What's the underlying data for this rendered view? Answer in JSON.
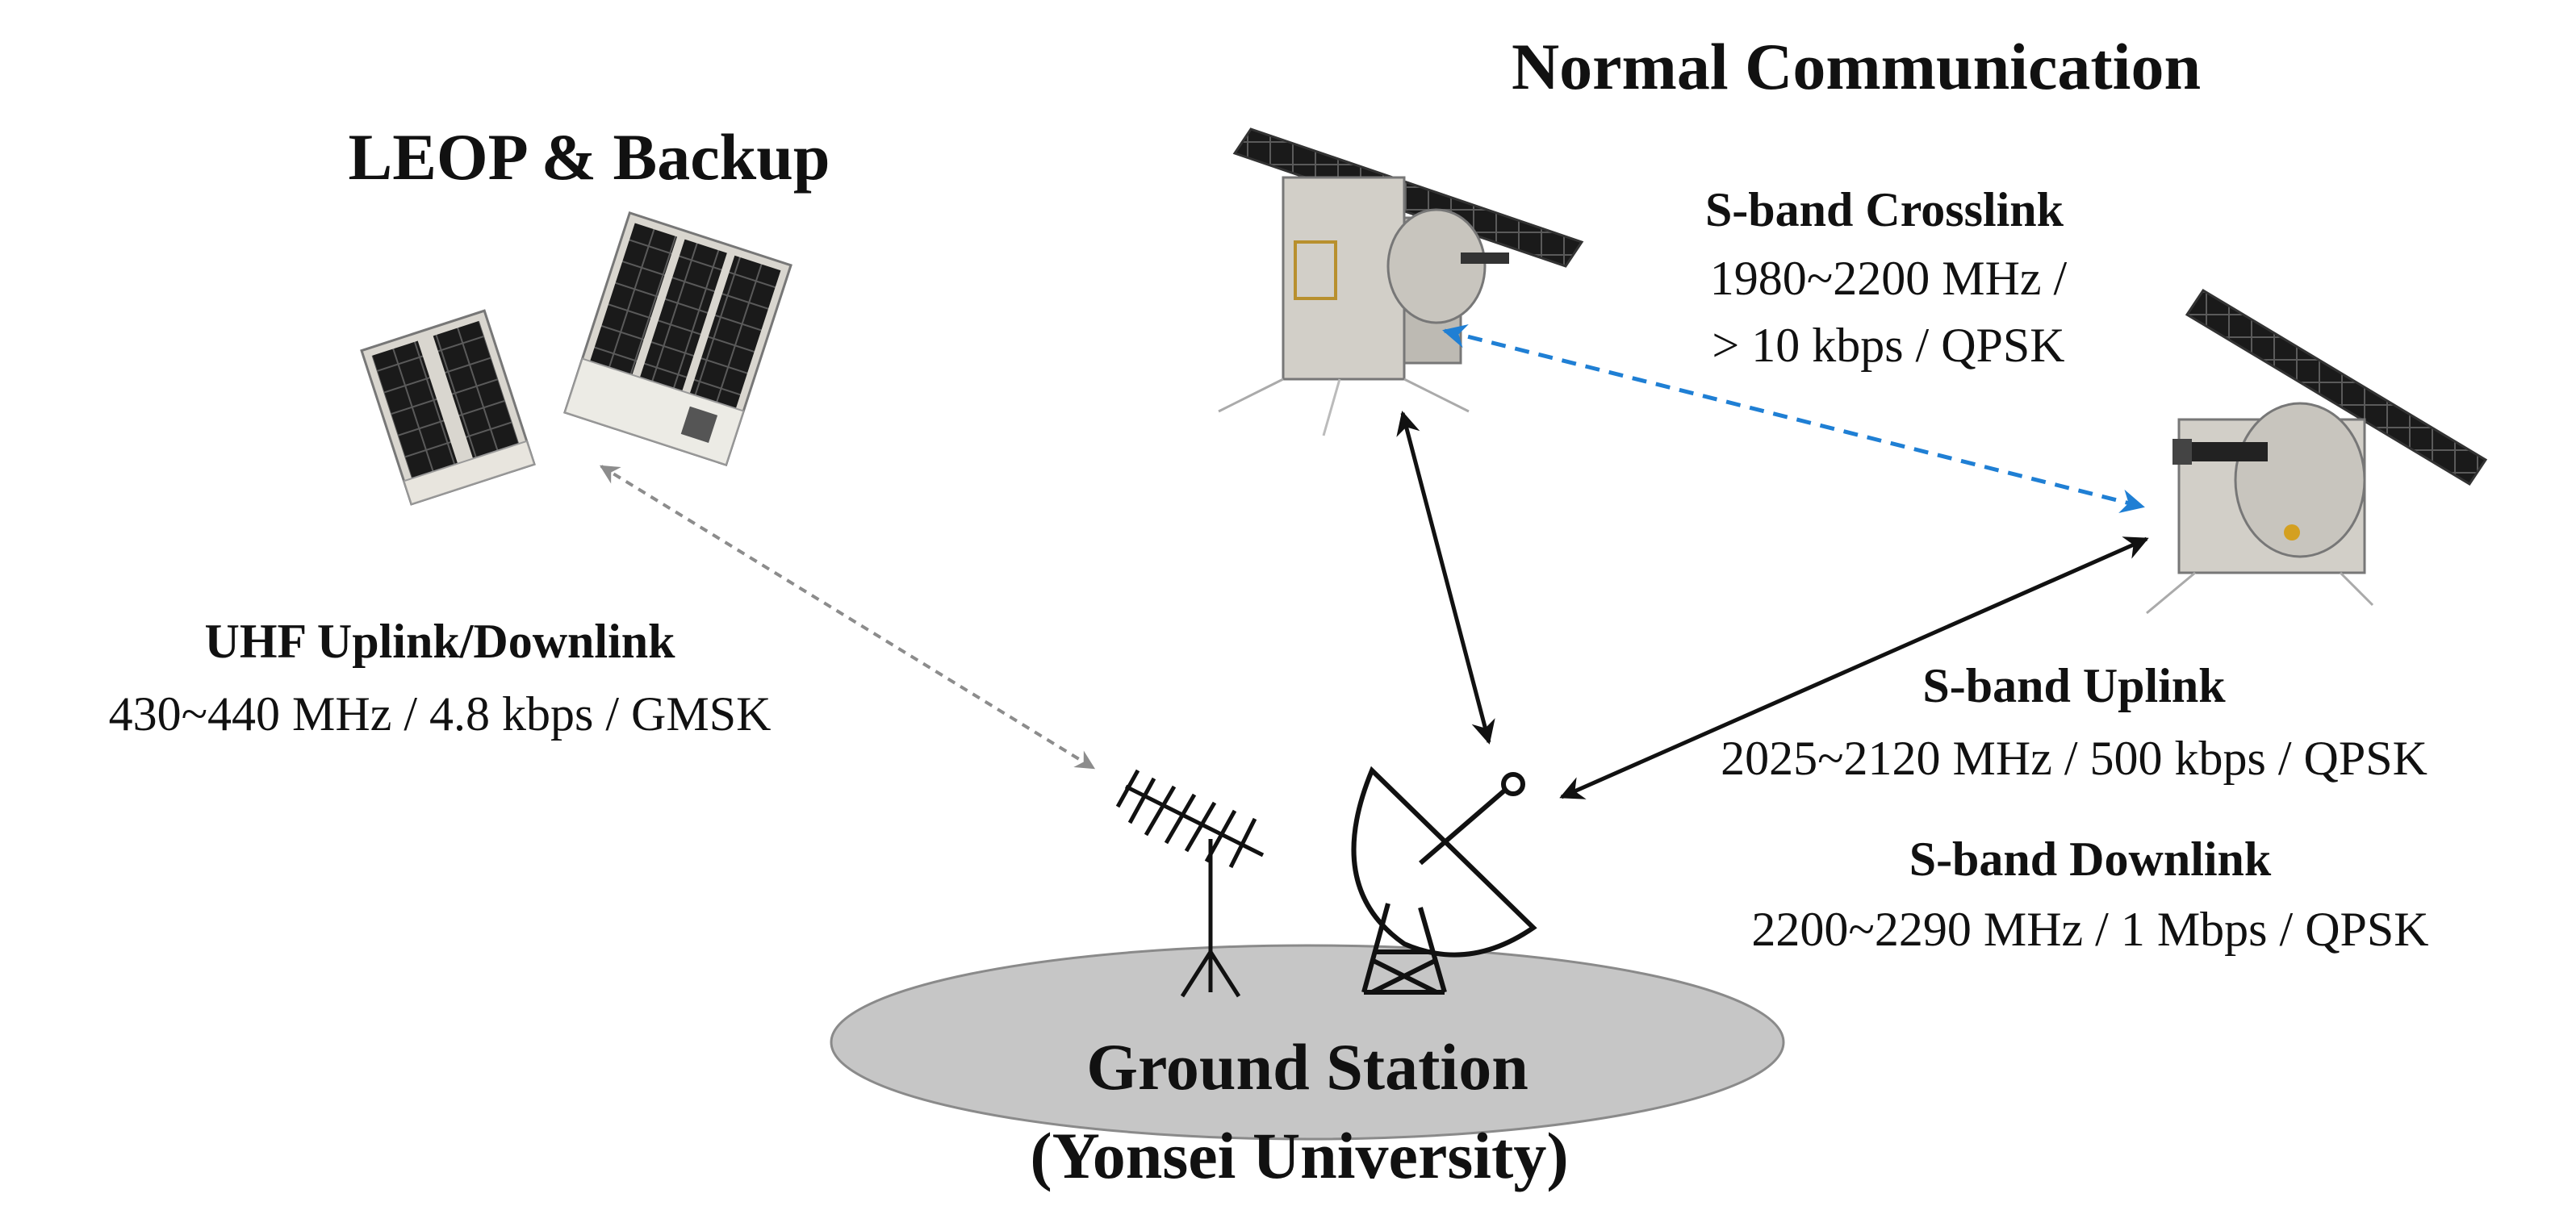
{
  "titles": {
    "leop": "LEOP & Backup",
    "normal": "Normal Communication"
  },
  "links": {
    "uhf": {
      "name": "UHF Uplink/Downlink",
      "params": "430~440 MHz / 4.8 kbps  / GMSK"
    },
    "crosslink": {
      "name": "S-band Crosslink",
      "line1": "1980~2200 MHz /",
      "line2": "> 10 kbps / QPSK"
    },
    "uplink": {
      "name": "S-band Uplink",
      "params": "2025~2120 MHz / 500 kbps / QPSK"
    },
    "downlink": {
      "name": "S-band Downlink",
      "params": "2200~2290 MHz / 1 Mbps / QPSK"
    }
  },
  "ground": {
    "title": "Ground  Station",
    "subtitle": "(Yonsei University)"
  },
  "colors": {
    "crosslink_arrow": "#1f7fd4",
    "uhf_arrow": "#8c8c8c",
    "sband_arrow": "#111111",
    "ground_ellipse": "#c6c6c6"
  },
  "icons": [
    "cubesat-icon",
    "satellite-icon",
    "yagi-antenna-icon",
    "dish-antenna-icon"
  ]
}
